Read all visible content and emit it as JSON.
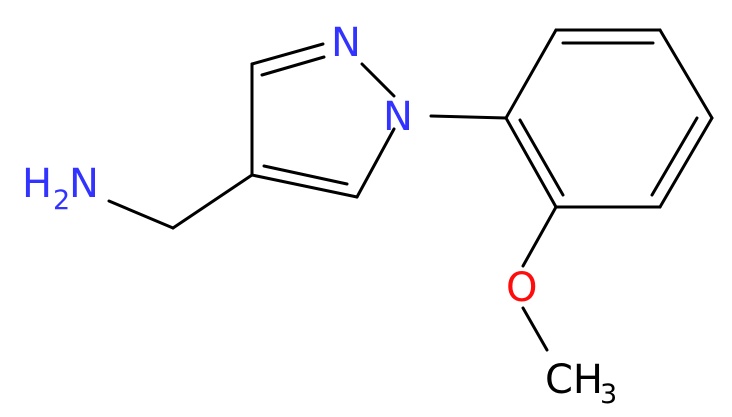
{
  "molecule": {
    "atoms": {
      "n2": {
        "text": "N",
        "color": "#3333FF"
      },
      "n1": {
        "text": "N",
        "color": "#3333FF"
      },
      "nh2": {
        "main": "H",
        "sub": "2",
        "tail": "N",
        "color": "#3333FF"
      },
      "o": {
        "text": "O",
        "color": "#FF0D0D"
      },
      "ch3": {
        "main": "CH",
        "sub": "3",
        "color": "#000000"
      }
    },
    "bond_color": "#000000"
  }
}
